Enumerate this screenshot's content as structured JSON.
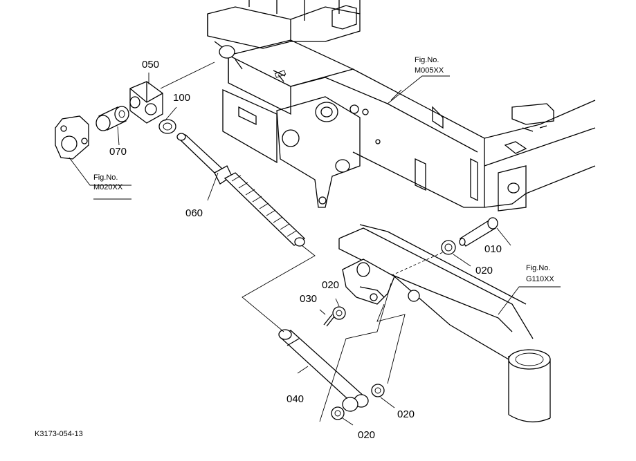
{
  "diagram": {
    "figure_code": "K3173-054-13",
    "callouts": {
      "p010": "010",
      "p020_a": "020",
      "p020_b": "020",
      "p020_c": "020",
      "p020_d": "020",
      "p030": "030",
      "p040": "040",
      "p050": "050",
      "p060": "060",
      "p070": "070",
      "p100": "100"
    },
    "references": {
      "m005": {
        "line1": "Fig.No.",
        "line2": "M005XX"
      },
      "m020": {
        "line1": "Fig.No.",
        "line2": "M020XX"
      },
      "g110": {
        "line1": "Fig.No.",
        "line2": "G110XX"
      }
    }
  }
}
